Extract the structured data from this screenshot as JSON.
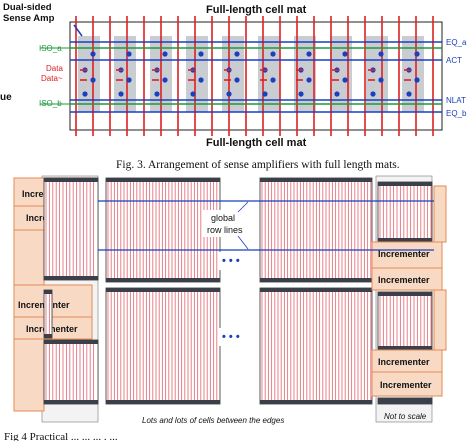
{
  "fig3": {
    "top_left_label": [
      "Dual-sided",
      "Sense Amp"
    ],
    "title_top": "Full-length cell mat",
    "title_bottom": "Full-length cell mat",
    "left_cut_text": "ue",
    "signals_left": [
      "ISO_a",
      "Data",
      "Data~",
      "ISO_b"
    ],
    "signals_right": [
      "EQ_a",
      "ACT",
      "NLAT",
      "EQ_b"
    ],
    "caption": "Fig. 3.  Arrangement of sense amplifiers with full length mats."
  },
  "fig4": {
    "incrementer_label": "Incrementer",
    "global_row_lines_label": [
      "global",
      "row lines"
    ],
    "ellipsis": "• • •",
    "footnote": "Lots and lots of cells between the edges",
    "not_to_scale": "Not to scale",
    "bottom_partial_caption": "Fig 4  Practical ...   ...  ... .     ..."
  },
  "colors": {
    "red": "#e02020",
    "blue": "#1a3fbf",
    "green": "#1f9a3a",
    "gray_band": "#c9cdd2",
    "incrementer_fill": "#f8d9c4",
    "incrementer_border": "#e38b54",
    "mat_red": "#e5737d"
  }
}
